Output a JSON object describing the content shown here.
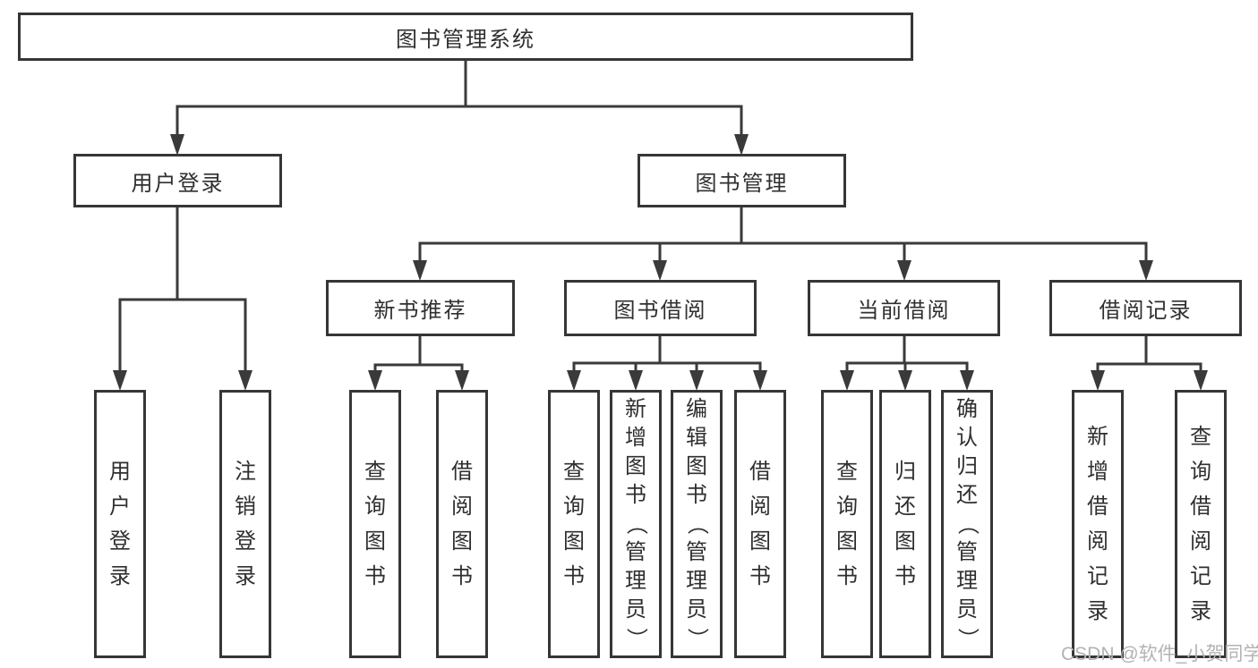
{
  "colors": {
    "line": "#3a3a3a",
    "box_border": "#363636",
    "text": "#2f2f2f",
    "watermark_text": "#b3b3b3",
    "background": "#ffffff"
  },
  "diagram": {
    "root": "图书管理系统",
    "branches": [
      {
        "label": "用户登录",
        "children": [
          "用户登录",
          "注销登录"
        ]
      },
      {
        "label": "图书管理",
        "children": [
          {
            "label": "新书推荐",
            "children": [
              "查询图书",
              "借阅图书"
            ]
          },
          {
            "label": "图书借阅",
            "children": [
              "查询图书",
              "新增图书（管理员）",
              "编辑图书（管理员）",
              "借阅图书"
            ]
          },
          {
            "label": "当前借阅",
            "children": [
              "查询图书",
              "归还图书",
              "确认归还（管理员）"
            ]
          },
          {
            "label": "借阅记录",
            "children": [
              "新增借阅记录",
              "查询借阅记录"
            ]
          }
        ]
      }
    ]
  },
  "watermark": "CSDN @软件_小贺同学"
}
